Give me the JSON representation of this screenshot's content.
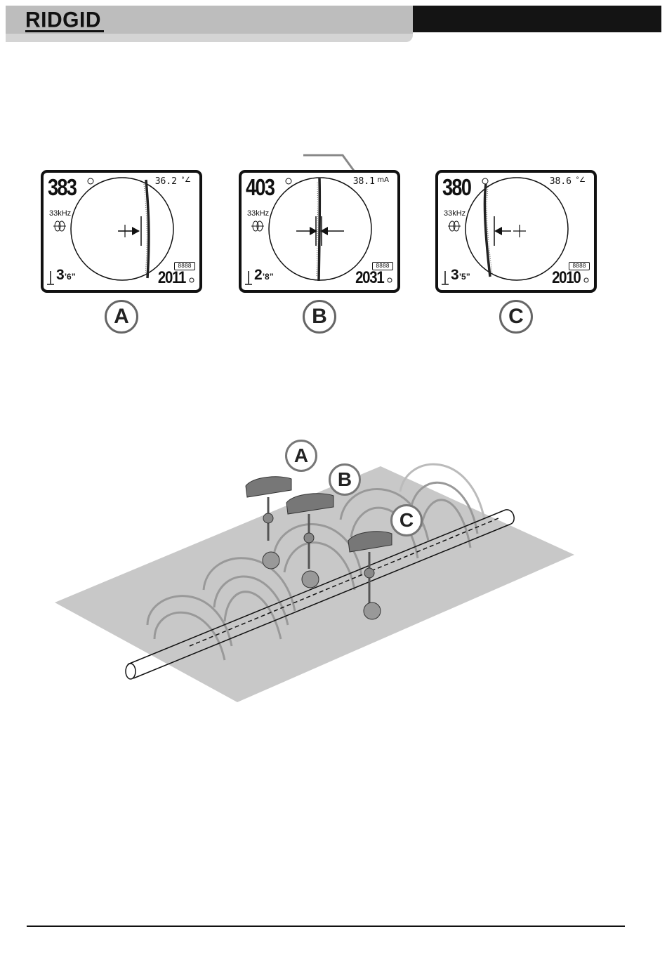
{
  "header": {
    "logo_text": "RIDGID"
  },
  "displays": [
    {
      "id": "A",
      "signal_strength": "383",
      "top_right_value": "36.2",
      "top_right_unit": "°∠",
      "frequency": "33kHz",
      "depth_feet": "3",
      "depth_inches": "6",
      "signal_value": "2011",
      "battery": "8888"
    },
    {
      "id": "B",
      "signal_strength": "403",
      "top_right_value": "38.1",
      "top_right_unit": "mA",
      "frequency": "33kHz",
      "depth_feet": "2",
      "depth_inches": "8",
      "signal_value": "2031",
      "battery": "8888"
    },
    {
      "id": "C",
      "signal_strength": "380",
      "top_right_value": "38.6",
      "top_right_unit": "°∠",
      "frequency": "33kHz",
      "depth_feet": "3",
      "depth_inches": "5",
      "signal_value": "2010",
      "battery": "8888"
    }
  ],
  "scene_labels": [
    "A",
    "B",
    "C"
  ],
  "colors": {
    "header_gray": "#bdbdbd",
    "header_black": "#141414",
    "ground": "#c8c8c8"
  }
}
